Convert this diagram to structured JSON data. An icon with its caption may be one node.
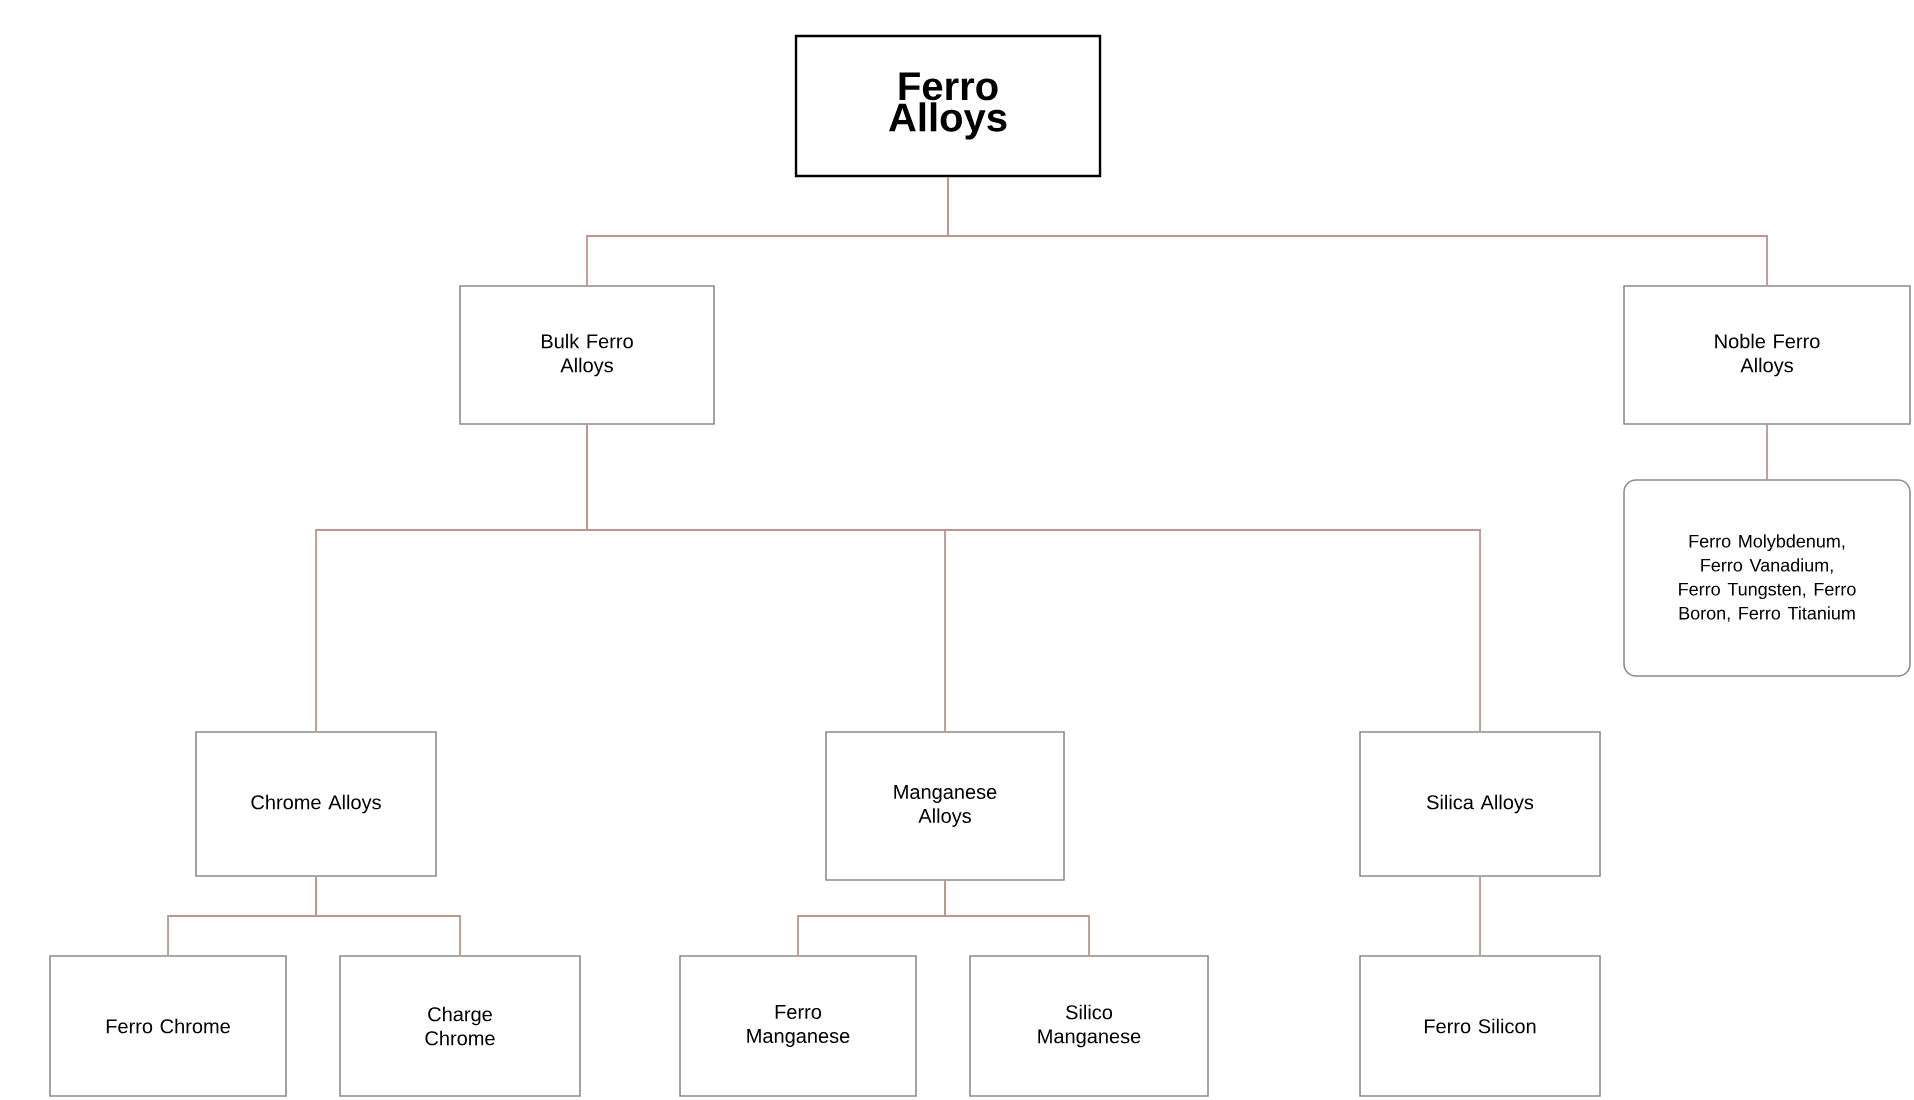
{
  "diagram": {
    "nodes": [
      {
        "text": [
          "Ferro Alloys"
        ]
      },
      {
        "text": [
          "Bulk Ferro Alloys"
        ]
      },
      {
        "text": [
          "Noble Ferro Alloys"
        ]
      },
      {
        "text": [
          "Ferro Molybdenum, Ferro Vanadium, Ferro Tungsten, Ferro Boron, Ferro Titanium"
        ]
      },
      {
        "text": [
          "Chrome Alloys"
        ]
      },
      {
        "text": [
          "Manganese Alloys"
        ]
      },
      {
        "text": [
          "Silica Alloys"
        ]
      },
      {
        "text": [
          "Ferro Chrome"
        ]
      },
      {
        "text": [
          "Charge Chrome"
        ]
      },
      {
        "text": [
          "Ferro Manganese"
        ]
      },
      {
        "text": [
          "Silico Manganese"
        ]
      },
      {
        "text": [
          "Ferro Silicon"
        ]
      }
    ],
    "edges": [
      {
        "from": 0,
        "to": 1,
        "arrow": "none"
      },
      {
        "from": 0,
        "to": 2,
        "arrow": "none"
      },
      {
        "from": 2,
        "to": 3,
        "arrow": "none"
      },
      {
        "from": 1,
        "to": 4,
        "arrow": "none"
      },
      {
        "from": 1,
        "to": 5,
        "arrow": "none"
      },
      {
        "from": 1,
        "to": 6,
        "arrow": "none"
      },
      {
        "from": 4,
        "to": 7,
        "arrow": "none"
      },
      {
        "from": 4,
        "to": 8,
        "arrow": "none"
      },
      {
        "from": 5,
        "to": 9,
        "arrow": "none"
      },
      {
        "from": 5,
        "to": 10,
        "arrow": "none"
      },
      {
        "from": 6,
        "to": 11,
        "arrow": "none"
      }
    ]
  }
}
